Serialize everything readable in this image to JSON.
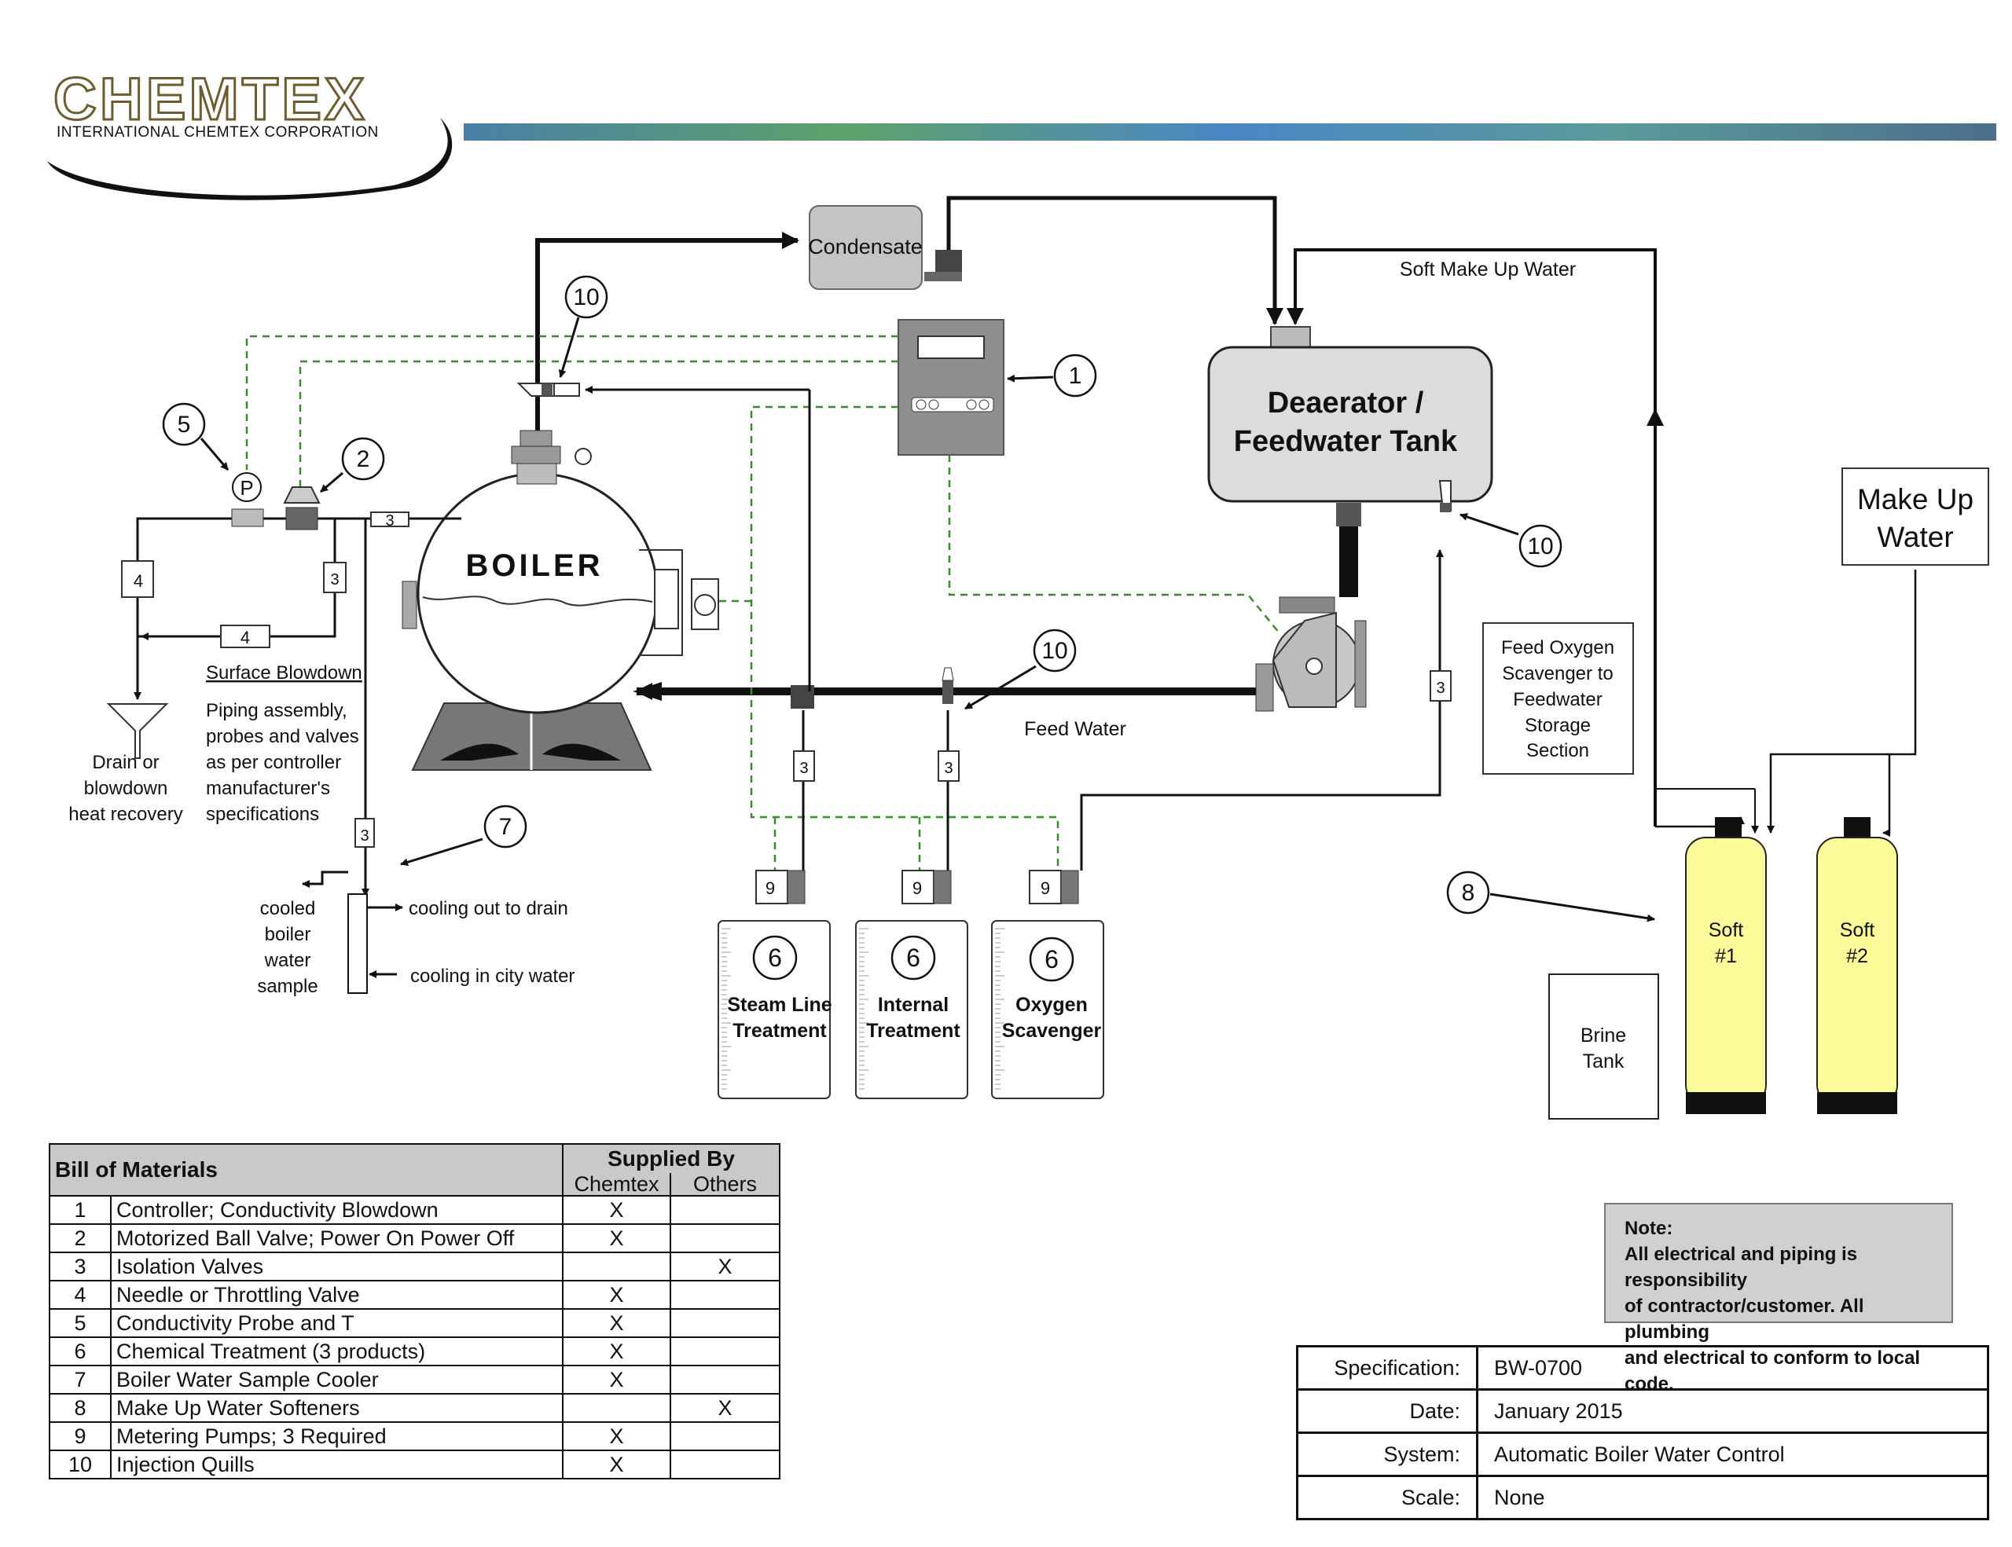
{
  "logo": {
    "brand": "CHEMTEX",
    "subtitle": "INTERNATIONAL CHEMTEX CORPORATION",
    "stripe_colors": [
      "#4a7fa6",
      "#5ea26a",
      "#4a86c5",
      "#5a9a9a",
      "#4b6f8c"
    ]
  },
  "diagram": {
    "condensate": "Condensate",
    "soft_make_up_water": "Soft Make Up Water",
    "deaerator_line1": "Deaerator /",
    "deaerator_line2": "Feedwater Tank",
    "make_up_water_line1": "Make Up",
    "make_up_water_line2": "Water",
    "boiler": "BOILER",
    "feed_water": "Feed Water",
    "feed_oxygen": [
      "Feed Oxygen",
      "Scavenger to",
      "Feedwater",
      "Storage",
      "Section"
    ],
    "surface_blowdown": "Surface Blowdown",
    "piping_note": [
      "Piping assembly,",
      "probes and valves",
      "as per controller",
      "manufacturer's",
      "specifications"
    ],
    "drain": [
      "Drain or",
      "blowdown",
      "heat recovery"
    ],
    "cooled_sample": [
      "cooled",
      "boiler",
      "water",
      "sample"
    ],
    "cooling_out": "cooling out to drain",
    "cooling_in": "cooling in city water",
    "probe_letter": "P",
    "steam_line_treatment": [
      "Steam Line",
      "Treatment"
    ],
    "internal_treatment": [
      "Internal",
      "Treatment"
    ],
    "oxygen_scavenger": [
      "Oxygen",
      "Scavenger"
    ],
    "soft1": [
      "Soft",
      "#1"
    ],
    "soft2": [
      "Soft",
      "#2"
    ],
    "brine_tank": [
      "Brine",
      "Tank"
    ],
    "callouts": {
      "c1": "1",
      "c2": "2",
      "c5": "5",
      "c7": "7",
      "c8": "8",
      "c10a": "10",
      "c10b": "10",
      "c10c": "10",
      "c6a": "6",
      "c6b": "6",
      "c6c": "6",
      "c9": "9",
      "c3": "3",
      "c4": "4"
    },
    "colors": {
      "softener": "#fbfb9a",
      "control_wire": "#3c8a2e",
      "panel": "#c6c6c6",
      "tank": "#dcdcdc"
    }
  },
  "bom": {
    "title": "Bill of Materials",
    "supplied_by": "Supplied By",
    "col_chemtex": "Chemtex",
    "col_others": "Others",
    "rows": [
      {
        "num": "1",
        "item": "Controller; Conductivity Blowdown",
        "chemtex": "X",
        "others": ""
      },
      {
        "num": "2",
        "item": "Motorized Ball Valve; Power On Power Off",
        "chemtex": "X",
        "others": ""
      },
      {
        "num": "3",
        "item": "Isolation Valves",
        "chemtex": "",
        "others": "X"
      },
      {
        "num": "4",
        "item": "Needle or Throttling Valve",
        "chemtex": "X",
        "others": ""
      },
      {
        "num": "5",
        "item": "Conductivity Probe and T",
        "chemtex": "X",
        "others": ""
      },
      {
        "num": "6",
        "item": "Chemical Treatment (3 products)",
        "chemtex": "X",
        "others": ""
      },
      {
        "num": "7",
        "item": "Boiler Water Sample Cooler",
        "chemtex": "X",
        "others": ""
      },
      {
        "num": "8",
        "item": "Make Up Water Softeners",
        "chemtex": "",
        "others": "X"
      },
      {
        "num": "9",
        "item": "Metering Pumps; 3 Required",
        "chemtex": "X",
        "others": ""
      },
      {
        "num": "10",
        "item": "Injection Quills",
        "chemtex": "X",
        "others": ""
      }
    ]
  },
  "note": {
    "title": "Note:",
    "lines": [
      "All electrical and piping is responsibility",
      "of contractor/customer. All plumbing",
      "and electrical to conform to local code."
    ]
  },
  "spec": {
    "specification_label": "Specification:",
    "specification": "BW-0700",
    "date_label": "Date:",
    "date": "January 2015",
    "system_label": "System:",
    "system": "Automatic Boiler Water Control",
    "scale_label": "Scale:",
    "scale": "None"
  }
}
